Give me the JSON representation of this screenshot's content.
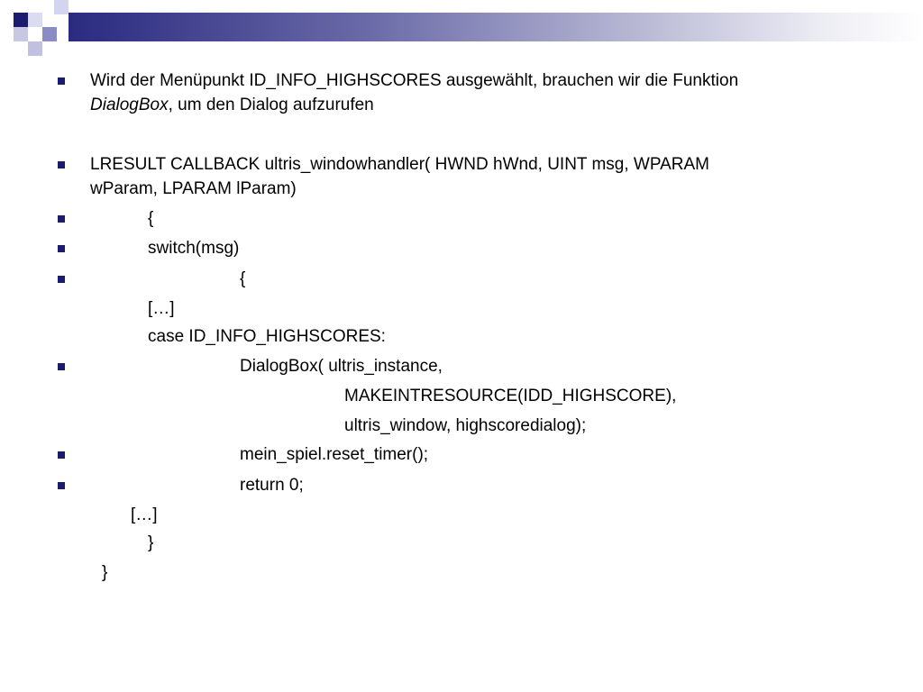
{
  "slide": {
    "intro": {
      "line1": "Wird der Menüpunkt ID_INFO_HIGHSCORES ausgewählt, brauchen wir die Funktion",
      "line2_italic": "DialogBox",
      "line2_rest": ", um den Dialog aufzurufen"
    },
    "code": {
      "l1": "LRESULT CALLBACK ultris_windowhandler( HWND hWnd, UINT msg, WPARAM",
      "l2": "wParam, LPARAM lParam)",
      "l3": "{",
      "l4": "switch(msg)",
      "l5": "{",
      "l6": "[…]",
      "l7": "case ID_INFO_HIGHSCORES:",
      "l8": "DialogBox( ultris_instance,",
      "l9": "MAKEINTRESOURCE(IDD_HIGHSCORE),",
      "l10": "ultris_window, highscoredialog);",
      "l11": "mein_spiel.reset_timer();",
      "l12": "return 0;",
      "l13": "[…]",
      "l14": "}",
      "l15": "}"
    },
    "colors": {
      "bullet": "#1c1c6e",
      "header_start": "#2a2a80"
    }
  }
}
